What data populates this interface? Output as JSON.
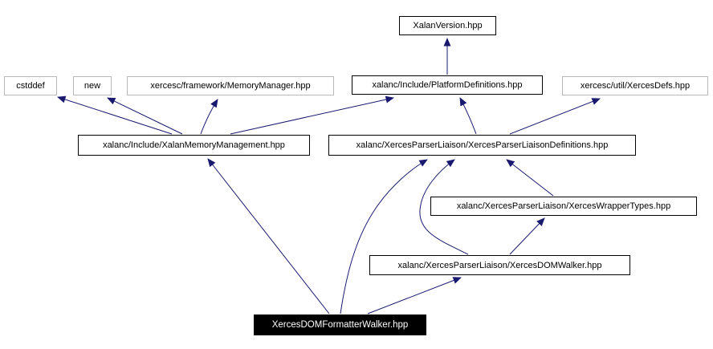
{
  "diagram": {
    "type": "include-dependency-graph",
    "edge_color": "#191970",
    "nodes": [
      {
        "id": "xalanversion",
        "label": "XalanVersion.hpp",
        "style": "linked"
      },
      {
        "id": "cstddef",
        "label": "cstddef",
        "style": "external"
      },
      {
        "id": "new",
        "label": "new",
        "style": "external"
      },
      {
        "id": "memorymanager",
        "label": "xercesc/framework/MemoryManager.hpp",
        "style": "external"
      },
      {
        "id": "platformdefinitions",
        "label": "xalanc/Include/PlatformDefinitions.hpp",
        "style": "linked"
      },
      {
        "id": "xercesdefs",
        "label": "xercesc/util/XercesDefs.hpp",
        "style": "external"
      },
      {
        "id": "xalanmemorymanagement",
        "label": "xalanc/Include/XalanMemoryManagement.hpp",
        "style": "linked"
      },
      {
        "id": "xercesparserliaisondefinitions",
        "label": "xalanc/XercesParserLiaison/XercesParserLiaisonDefinitions.hpp",
        "style": "linked"
      },
      {
        "id": "xerceswrappertypes",
        "label": "xalanc/XercesParserLiaison/XercesWrapperTypes.hpp",
        "style": "linked"
      },
      {
        "id": "xercesdomwalker",
        "label": "xalanc/XercesParserLiaison/XercesDOMWalker.hpp",
        "style": "linked"
      },
      {
        "id": "xercesdomformatterwalker",
        "label": "XercesDOMFormatterWalker.hpp",
        "style": "current"
      }
    ],
    "edges": [
      {
        "from": "xalanc/Include/PlatformDefinitions.hpp",
        "to": "XalanVersion.hpp"
      },
      {
        "from": "xalanc/Include/XalanMemoryManagement.hpp",
        "to": "cstddef"
      },
      {
        "from": "xalanc/Include/XalanMemoryManagement.hpp",
        "to": "new"
      },
      {
        "from": "xalanc/Include/XalanMemoryManagement.hpp",
        "to": "xercesc/framework/MemoryManager.hpp"
      },
      {
        "from": "xalanc/Include/XalanMemoryManagement.hpp",
        "to": "xalanc/Include/PlatformDefinitions.hpp"
      },
      {
        "from": "xalanc/XercesParserLiaison/XercesParserLiaisonDefinitions.hpp",
        "to": "xalanc/Include/PlatformDefinitions.hpp"
      },
      {
        "from": "xalanc/XercesParserLiaison/XercesParserLiaisonDefinitions.hpp",
        "to": "xercesc/util/XercesDefs.hpp"
      },
      {
        "from": "xalanc/XercesParserLiaison/XercesWrapperTypes.hpp",
        "to": "xalanc/XercesParserLiaison/XercesParserLiaisonDefinitions.hpp"
      },
      {
        "from": "xalanc/XercesParserLiaison/XercesDOMWalker.hpp",
        "to": "xalanc/XercesParserLiaison/XercesParserLiaisonDefinitions.hpp"
      },
      {
        "from": "xalanc/XercesParserLiaison/XercesDOMWalker.hpp",
        "to": "xalanc/XercesParserLiaison/XercesWrapperTypes.hpp"
      },
      {
        "from": "XercesDOMFormatterWalker.hpp",
        "to": "xalanc/Include/XalanMemoryManagement.hpp"
      },
      {
        "from": "XercesDOMFormatterWalker.hpp",
        "to": "xalanc/XercesParserLiaison/XercesParserLiaisonDefinitions.hpp"
      },
      {
        "from": "XercesDOMFormatterWalker.hpp",
        "to": "xalanc/XercesParserLiaison/XercesDOMWalker.hpp"
      }
    ]
  }
}
